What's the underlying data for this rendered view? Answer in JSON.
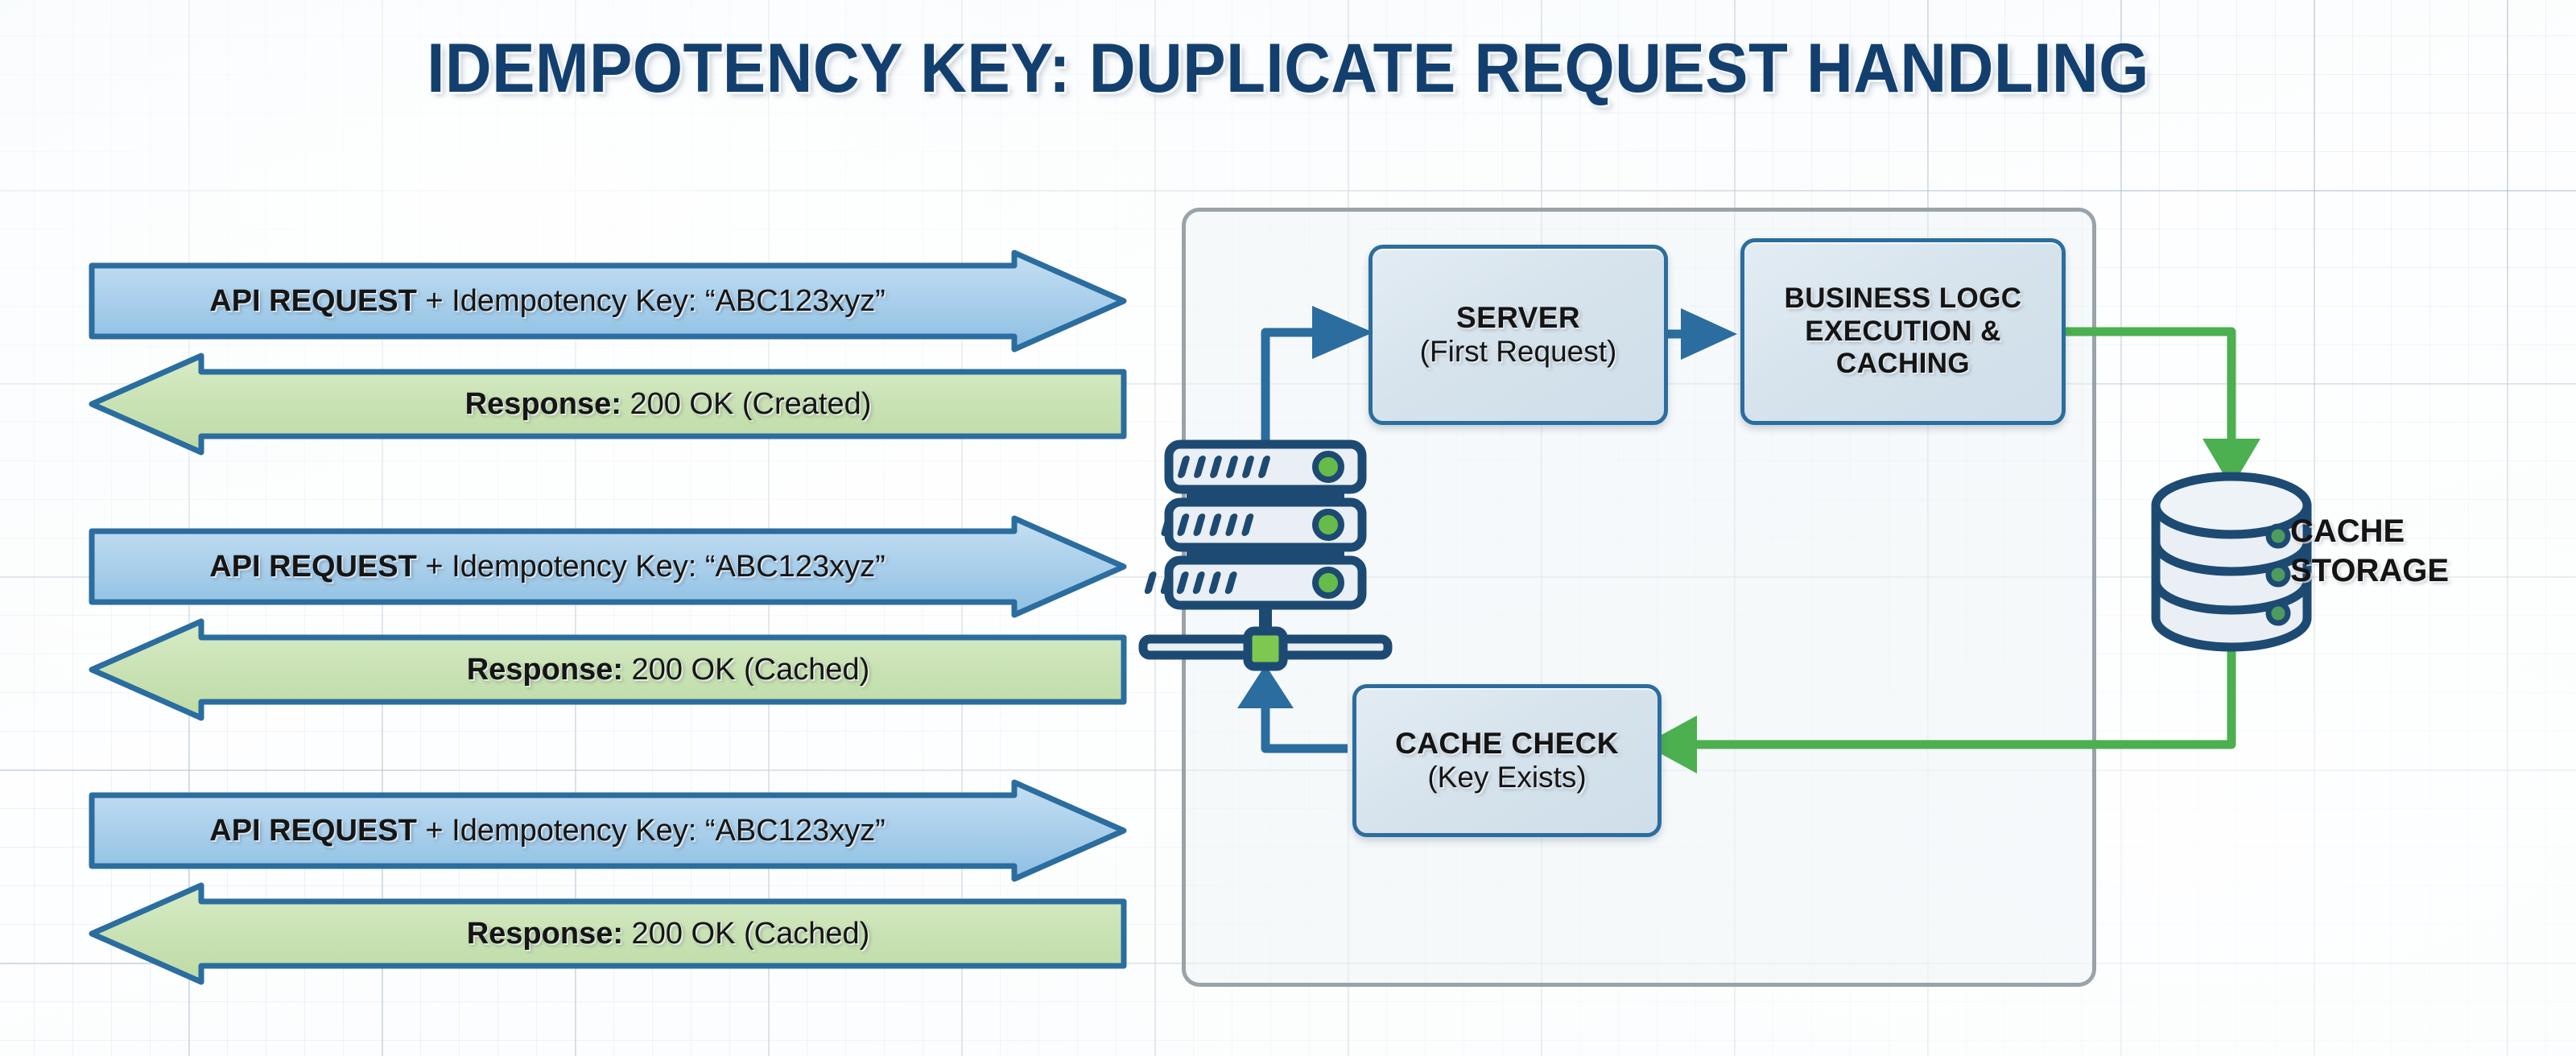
{
  "page": {
    "title": "IDEMPOTENCY KEY: DUPLICATE REQUEST HANDLING"
  },
  "colors": {
    "title": "#133f6e",
    "request_fill": "#a9cfeb",
    "response_fill": "#c9e2b4",
    "arrow_stroke": "#2b6d9e",
    "box_border": "#2b6d9e",
    "box_fill": "#dbe6ee",
    "panel_border": "#9aa3a8",
    "green_connector": "#4caf50",
    "db_outline": "#1d4a73",
    "led_green": "#66bb4a"
  },
  "exchanges": [
    {
      "request": {
        "bold": "API REQUEST",
        "rest": " + Idempotency Key: “ABC123xyz”",
        "direction": "right"
      },
      "response": {
        "bold": "Response:",
        "rest": " 200 OK (Created)",
        "direction": "left"
      }
    },
    {
      "request": {
        "bold": "API REQUEST",
        "rest": " + Idempotency Key: “ABC123xyz”",
        "direction": "right"
      },
      "response": {
        "bold": "Response:",
        "rest": " 200 OK (Cached)",
        "direction": "left"
      }
    },
    {
      "request": {
        "bold": "API REQUEST",
        "rest": " + Idempotency Key: “ABC123xyz”",
        "direction": "right"
      },
      "response": {
        "bold": "Response:",
        "rest": " 200 OK (Cached)",
        "direction": "left"
      }
    }
  ],
  "flow": {
    "server": {
      "line1": "SERVER",
      "line2": "(First Request)"
    },
    "business_logic": {
      "line1": "BUSINESS LOGC",
      "line2": "EXECUTION &",
      "line3": "CACHING"
    },
    "cache_check": {
      "line1": "CACHE CHECK",
      "line2": "(Key Exists)"
    },
    "cache_storage": {
      "line1": "CACHE",
      "line2": "STORAGE"
    },
    "server_rack_icon": "server-rack-icon",
    "database_icon": "database-cylinder-icon"
  }
}
